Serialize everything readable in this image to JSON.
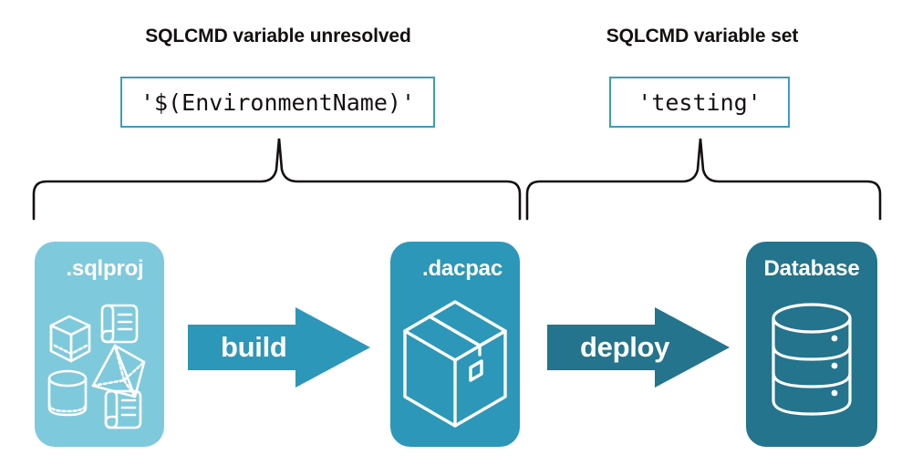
{
  "diagram": {
    "title_hidden": "SQLCMD variable resolution during build and deploy",
    "annotations": [
      {
        "id": "unresolved",
        "label": "SQLCMD variable unresolved",
        "value": "'$(EnvironmentName)'"
      },
      {
        "id": "set",
        "label": "SQLCMD variable set",
        "value": "'testing'"
      }
    ],
    "stages": [
      {
        "id": "sqlproj",
        "title": ".sqlproj",
        "color": "#7fc9dd",
        "art": "project-objects-icon"
      },
      {
        "id": "dacpac",
        "title": ".dacpac",
        "color": "#2c97b9",
        "art": "package-box-icon"
      },
      {
        "id": "database",
        "title": "Database",
        "color": "#23748c",
        "art": "database-cylinder-icon"
      }
    ],
    "arrows": [
      {
        "id": "build",
        "label": "build",
        "color": "#2c97b9"
      },
      {
        "id": "deploy",
        "label": "deploy",
        "color": "#23748c"
      }
    ],
    "braces": [
      {
        "id": "brace-left",
        "spans": [
          "sqlproj",
          "dacpac"
        ],
        "points_to": "unresolved"
      },
      {
        "id": "brace-right",
        "spans": [
          "dacpac",
          "database"
        ],
        "points_to": "set"
      }
    ],
    "colors": {
      "light_teal": "#7fc9dd",
      "mid_teal": "#2c97b9",
      "dark_teal": "#23748c",
      "box_border": "#3a9dbd",
      "text_dark": "#14100f",
      "brace_stroke": "#14100f",
      "background": "#ffffff"
    }
  }
}
